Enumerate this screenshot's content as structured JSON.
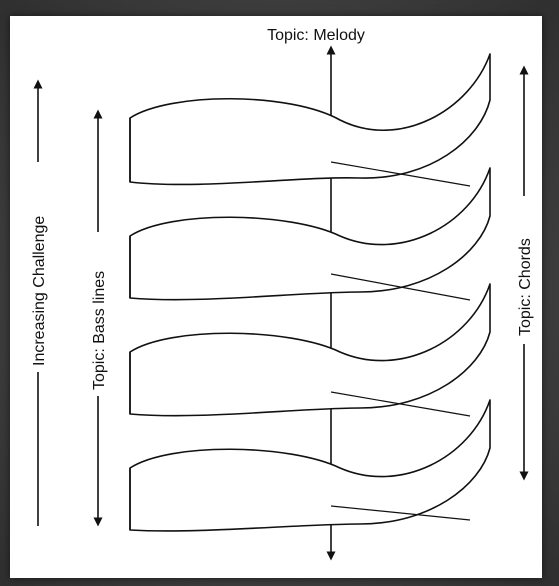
{
  "labels": {
    "top": "Topic: Melody",
    "left_outer": "Increasing Challenge",
    "left_inner": "Topic: Bass lines",
    "right": "Topic: Chords"
  },
  "colors": {
    "stroke": "#111111",
    "panel": "#ffffff",
    "background": "#3a3a3a"
  }
}
